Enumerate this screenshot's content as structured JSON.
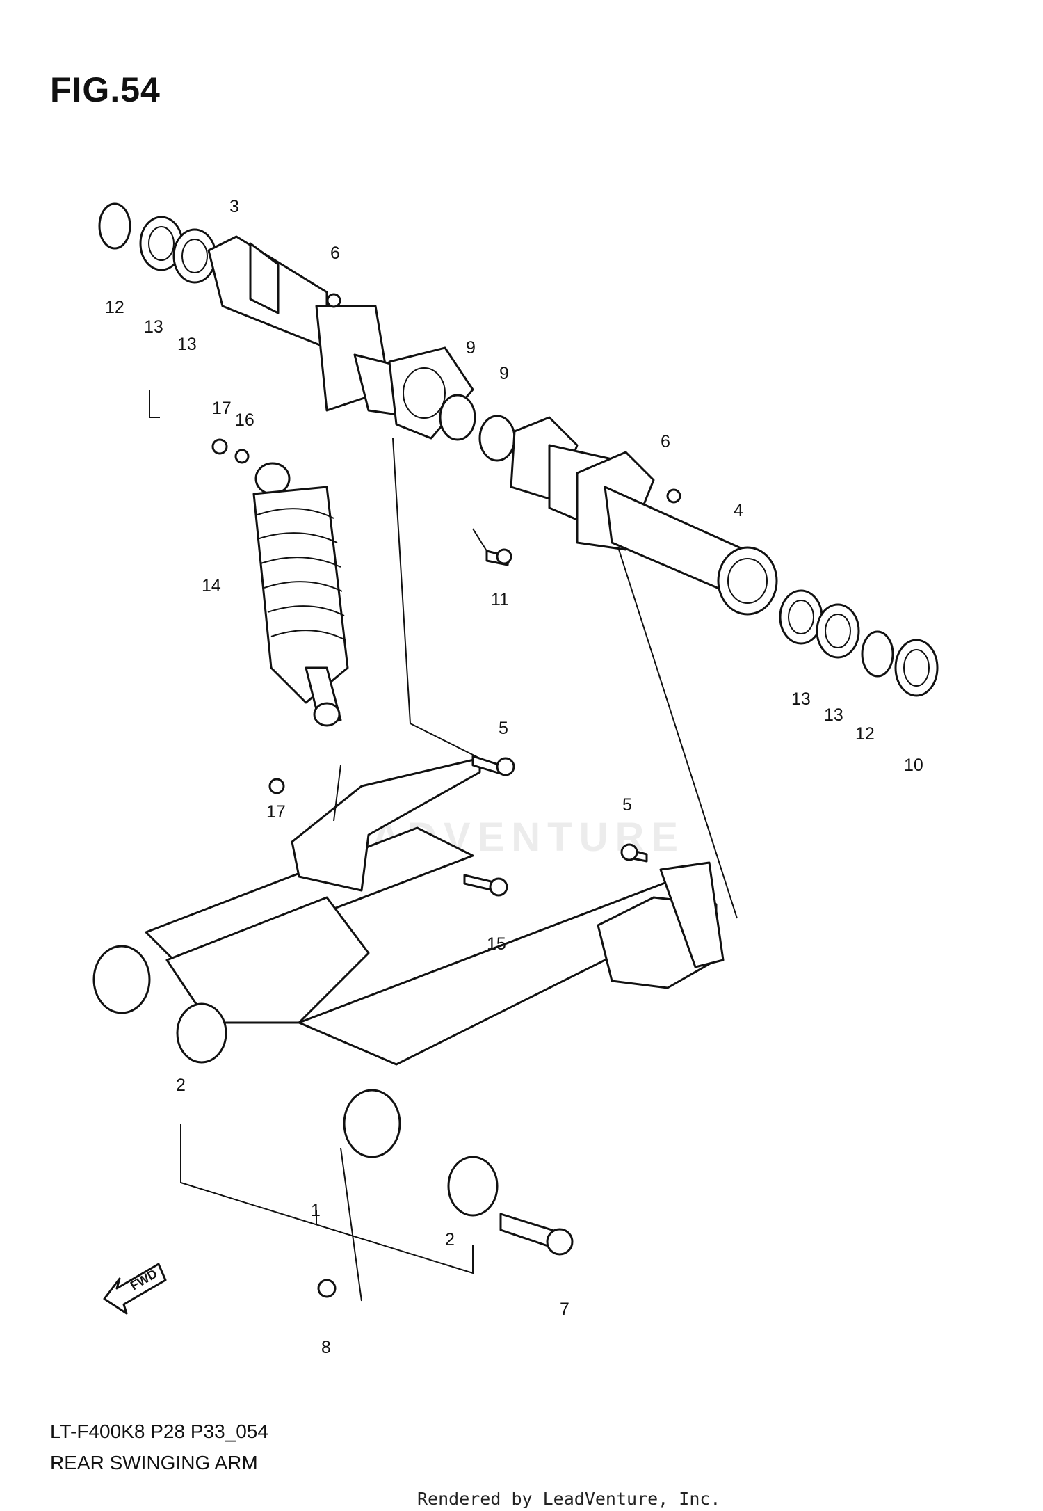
{
  "figure": {
    "title": "FIG.54"
  },
  "footer": {
    "model_code": "LT-F400K8 P28 P33_054",
    "caption": "REAR SWINGING ARM",
    "rendered_by": "Rendered by LeadVenture, Inc."
  },
  "watermark": {
    "text": "LEADVENTURE"
  },
  "fwd_label": "FWD",
  "callouts": [
    {
      "id": "12",
      "label": "12"
    },
    {
      "id": "13",
      "label": "13"
    },
    {
      "id": "13b",
      "label": "13"
    },
    {
      "id": "3",
      "label": "3"
    },
    {
      "id": "6",
      "label": "6"
    },
    {
      "id": "9",
      "label": "9"
    },
    {
      "id": "9b",
      "label": "9"
    },
    {
      "id": "6b",
      "label": "6"
    },
    {
      "id": "4",
      "label": "4"
    },
    {
      "id": "17",
      "label": "17"
    },
    {
      "id": "16",
      "label": "16"
    },
    {
      "id": "14",
      "label": "14"
    },
    {
      "id": "11",
      "label": "11"
    },
    {
      "id": "13c",
      "label": "13"
    },
    {
      "id": "13d",
      "label": "13"
    },
    {
      "id": "12b",
      "label": "12"
    },
    {
      "id": "10",
      "label": "10"
    },
    {
      "id": "5",
      "label": "5"
    },
    {
      "id": "17b",
      "label": "17"
    },
    {
      "id": "5b",
      "label": "5"
    },
    {
      "id": "15",
      "label": "15"
    },
    {
      "id": "2",
      "label": "2"
    },
    {
      "id": "1",
      "label": "1"
    },
    {
      "id": "2b",
      "label": "2"
    },
    {
      "id": "7",
      "label": "7"
    },
    {
      "id": "8",
      "label": "8"
    }
  ]
}
